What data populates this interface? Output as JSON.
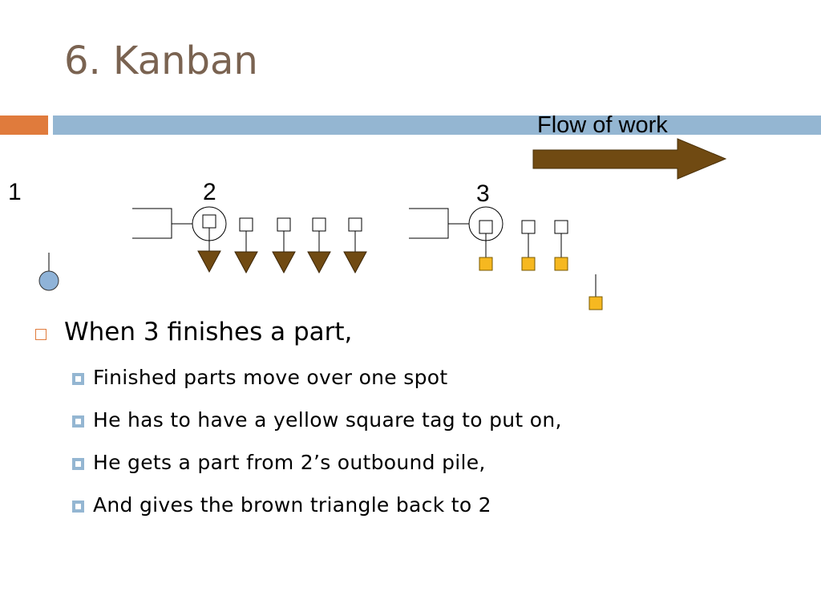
{
  "slide": {
    "title": "6. Kanban",
    "flow_label": "Flow of work"
  },
  "diagram": {
    "stations": [
      "1",
      "2",
      "3"
    ],
    "colors": {
      "brown": "#704a12",
      "yellow": "#f6b820",
      "blue": "#8fb3d8",
      "accent_orange": "#e07b3c",
      "accent_blue": "#94b6d2"
    }
  },
  "bullets": {
    "main": "When 3 finishes a part,",
    "sub": [
      "Finished parts move over one spot",
      "He has to have a yellow square tag to put on,",
      "He gets a part from 2’s outbound pile,",
      "And gives the brown triangle back to 2"
    ]
  }
}
